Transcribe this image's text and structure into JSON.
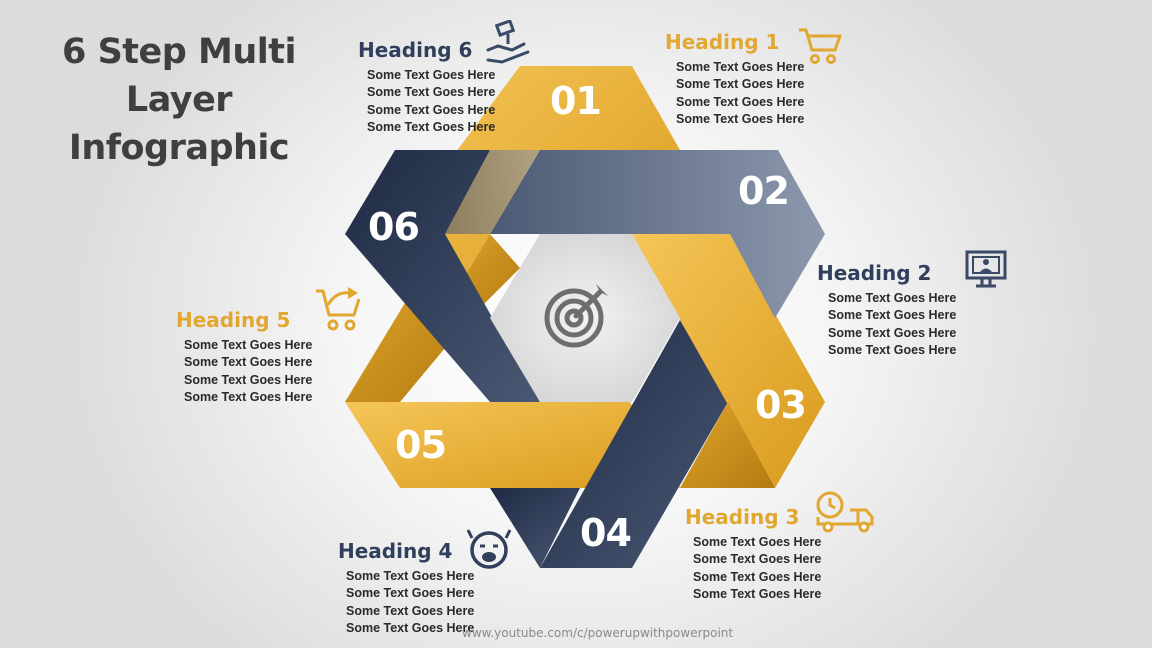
{
  "title": {
    "line1": "6 Step Multi Layer",
    "line2": "Infographic"
  },
  "center_icon": "target-icon",
  "colors": {
    "gold": "#E2A730",
    "navy": "#2F3F5C",
    "gray": "#6E6E6E"
  },
  "steps": [
    {
      "number": "01",
      "heading": "Heading 1",
      "color": "gold",
      "icon": "shopping-cart-icon",
      "lines": [
        "Some Text Goes Here",
        "Some Text Goes Here",
        "Some Text Goes Here",
        "Some Text Goes Here"
      ]
    },
    {
      "number": "02",
      "heading": "Heading 2",
      "color": "navy",
      "icon": "computer-user-icon",
      "lines": [
        "Some Text Goes Here",
        "Some Text Goes Here",
        "Some Text Goes Here",
        "Some Text Goes Here"
      ]
    },
    {
      "number": "03",
      "heading": "Heading 3",
      "color": "gold",
      "icon": "delivery-truck-icon",
      "lines": [
        "Some Text Goes Here",
        "Some Text Goes Here",
        "Some Text Goes Here",
        "Some Text Goes Here"
      ]
    },
    {
      "number": "04",
      "heading": "Heading 4",
      "color": "navy",
      "icon": "crying-face-icon",
      "lines": [
        "Some Text Goes Here",
        "Some Text Goes Here",
        "Some Text Goes Here",
        "Some Text Goes Here"
      ]
    },
    {
      "number": "05",
      "heading": "Heading 5",
      "color": "gold",
      "icon": "cart-return-icon",
      "lines": [
        "Some Text Goes Here",
        "Some Text Goes Here",
        "Some Text Goes Here",
        "Some Text Goes Here"
      ]
    },
    {
      "number": "06",
      "heading": "Heading 6",
      "color": "navy",
      "icon": "hand-receive-icon",
      "lines": [
        "Some Text Goes Here",
        "Some Text Goes Here",
        "Some Text Goes Here",
        "Some Text Goes Here"
      ]
    }
  ],
  "footer": "www.youtube.com/c/powerupwithpowerpoint"
}
